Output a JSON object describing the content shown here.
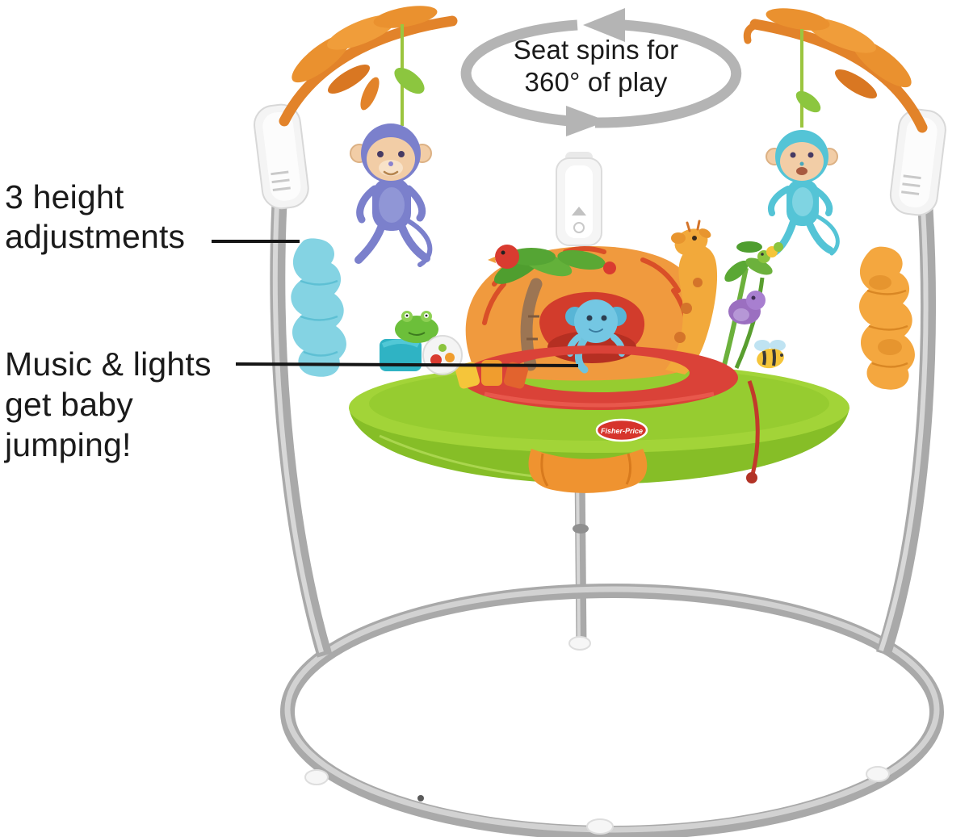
{
  "page": {
    "background": "#ffffff"
  },
  "annotations": {
    "seat_spin": "Seat spins for\n360° of play",
    "height_adjustments": "3 height\nadjustments",
    "music_lights": "Music & lights\nget baby\njumping!"
  },
  "product": {
    "brand_logo_text": "Fisher-Price"
  },
  "icons": {
    "rotation_arrow": "circular-arrow-360-spin"
  },
  "colors": {
    "annotation_text": "#1a1a1a",
    "arrow_gray": "#b4b4b4",
    "frame_silver": "#a9a9a9",
    "tray_green": "#a2d438",
    "tray_red": "#da4238",
    "seat_pad_orange": "#f09a3e",
    "toy_bar_orange": "#e2832a",
    "fabric_blue": "#84d3e3",
    "fabric_orange": "#f4a73f",
    "monkey_blue": "#7b80cc",
    "monkey_teal": "#54c4d6"
  }
}
